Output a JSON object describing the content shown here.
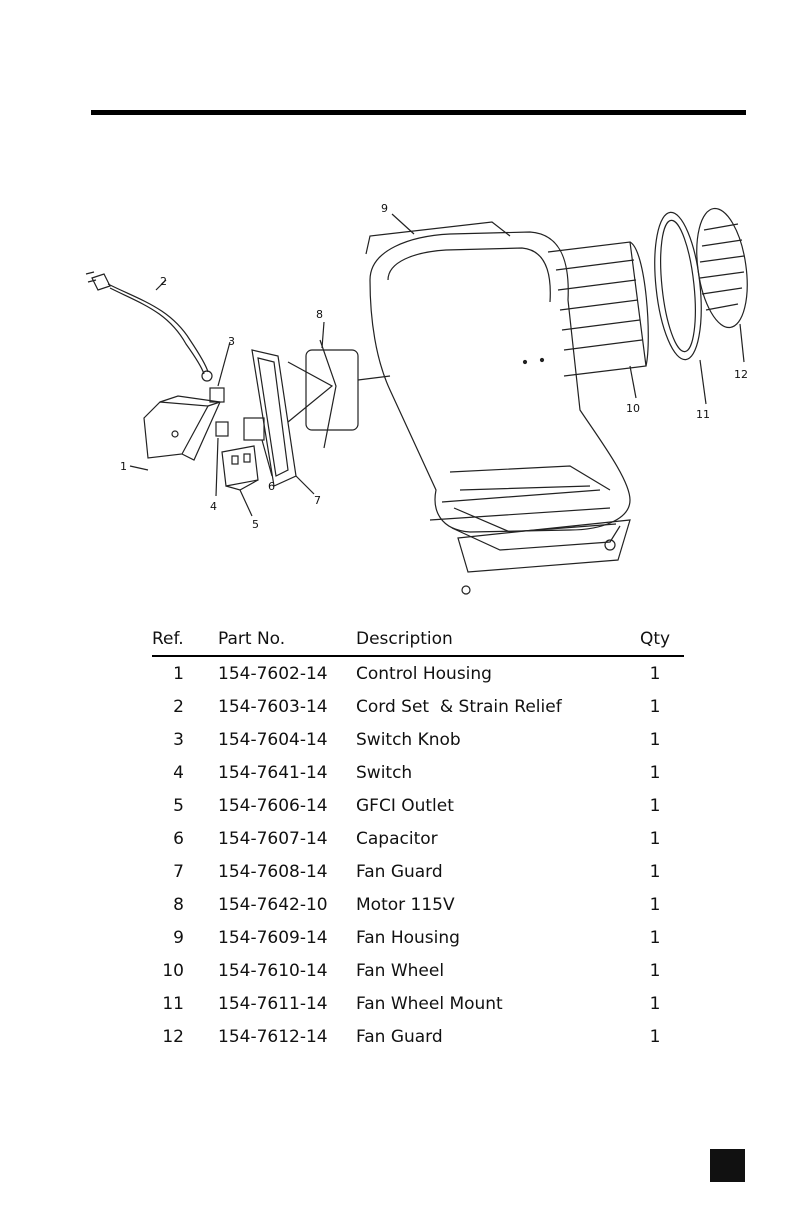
{
  "diagram": {
    "callouts": [
      "1",
      "2",
      "3",
      "4",
      "5",
      "6",
      "7",
      "8",
      "9",
      "10",
      "11",
      "12"
    ]
  },
  "table": {
    "headers": {
      "ref": "Ref.",
      "part": "Part No.",
      "desc": "Description",
      "qty": "Qty"
    },
    "rows": [
      {
        "ref": "1",
        "part": "154-7602-14",
        "desc": "Control Housing",
        "qty": "1"
      },
      {
        "ref": "2",
        "part": "154-7603-14",
        "desc": "Cord Set  & Strain Relief",
        "qty": "1"
      },
      {
        "ref": "3",
        "part": "154-7604-14",
        "desc": "Switch Knob",
        "qty": "1"
      },
      {
        "ref": "4",
        "part": "154-7641-14",
        "desc": "Switch",
        "qty": "1"
      },
      {
        "ref": "5",
        "part": "154-7606-14",
        "desc": "GFCI Outlet",
        "qty": "1"
      },
      {
        "ref": "6",
        "part": "154-7607-14",
        "desc": "Capacitor",
        "qty": "1"
      },
      {
        "ref": "7",
        "part": "154-7608-14",
        "desc": "Fan Guard",
        "qty": "1"
      },
      {
        "ref": "8",
        "part": "154-7642-10",
        "desc": "Motor 115V",
        "qty": "1"
      },
      {
        "ref": "9",
        "part": "154-7609-14",
        "desc": "Fan Housing",
        "qty": "1"
      },
      {
        "ref": "10",
        "part": "154-7610-14",
        "desc": "Fan Wheel",
        "qty": "1"
      },
      {
        "ref": "11",
        "part": "154-7611-14",
        "desc": "Fan Wheel Mount",
        "qty": "1"
      },
      {
        "ref": "12",
        "part": "154-7612-14",
        "desc": "Fan Guard",
        "qty": "1"
      }
    ]
  }
}
